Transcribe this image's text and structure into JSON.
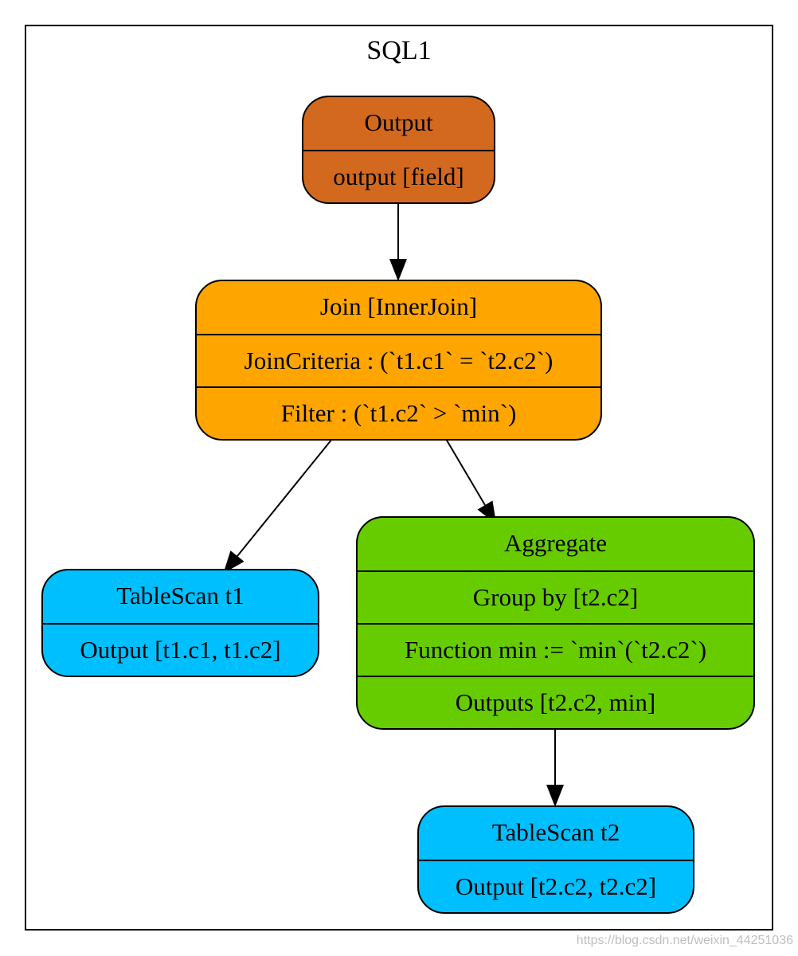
{
  "cluster": {
    "label": "SQL1"
  },
  "colors": {
    "output_node": "#D2691E",
    "join_node": "#FFA500",
    "aggregate_node": "#66CC00",
    "tablescan_node": "#00BFFF",
    "stroke": "#000000"
  },
  "nodes": {
    "output": {
      "rows": [
        "Output",
        "output [field]"
      ]
    },
    "join": {
      "rows": [
        "Join [InnerJoin]",
        "JoinCriteria : (`t1.c1` = `t2.c2`)",
        "Filter : (`t1.c2` > `min`)"
      ]
    },
    "tablescan_t1": {
      "rows": [
        "TableScan t1",
        "Output [t1.c1, t1.c2]"
      ]
    },
    "aggregate": {
      "rows": [
        "Aggregate",
        "Group by [t2.c2]",
        "Function min := `min`(`t2.c2`)",
        "Outputs [t2.c2, min]"
      ]
    },
    "tablescan_t2": {
      "rows": [
        "TableScan t2",
        "Output [t2.c2, t2.c2]"
      ]
    }
  },
  "edges": [
    {
      "from": "output",
      "to": "join"
    },
    {
      "from": "join",
      "to": "tablescan_t1"
    },
    {
      "from": "join",
      "to": "aggregate"
    },
    {
      "from": "aggregate",
      "to": "tablescan_t2"
    }
  ],
  "watermark": "https://blog.csdn.net/weixin_44251036"
}
